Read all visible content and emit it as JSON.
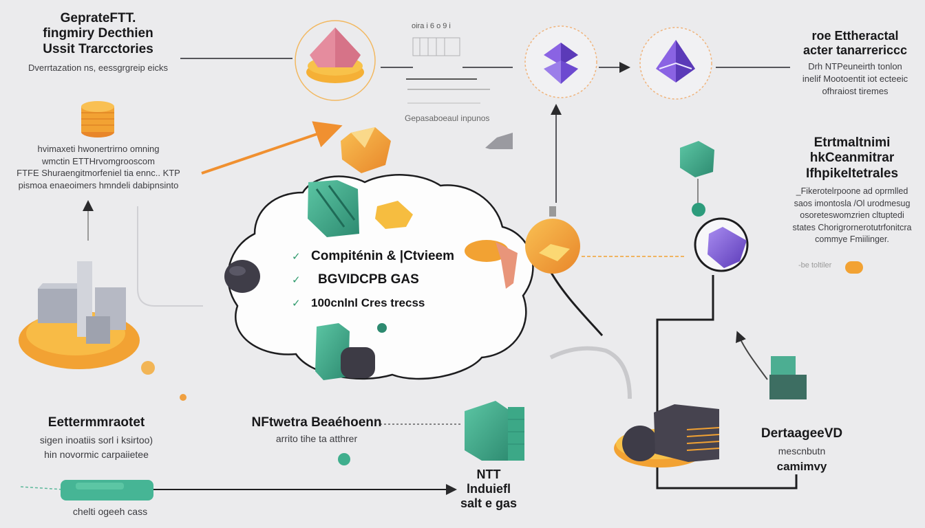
{
  "colors": {
    "background": "#ebebed",
    "orange": "#f2a233",
    "orange_dark": "#e8862a",
    "teal": "#3fae8d",
    "teal_dark": "#2d8a70",
    "purple": "#7b57d6",
    "purple_light": "#9d80e8",
    "pink": "#e38aa0",
    "charcoal": "#45434f",
    "line": "#2a2a2c"
  },
  "top_left_block": {
    "title_lines": [
      "GeprateFTT.",
      "fingmiry Decthien",
      "Ussit Trarcctories"
    ],
    "subtitle": "Dverrtazation ns, eessgrgreip eicks"
  },
  "left_mid_block": {
    "lines": [
      "hvimaxeti hwonertrirno omning",
      "wmctin ETTHrvomgrooscom",
      "FTFE Shuraengitmorfeniel tia ennc.. KTP",
      "pismoa enaeoimers hmndeli dabipnsinto"
    ]
  },
  "top_center_block": {
    "small_label": "oira i 6 o 9 i",
    "caption": "Gepasaboeaul inpunos"
  },
  "top_right_block": {
    "title_lines": [
      "roe Ettheractal",
      "acter tanarrericcc"
    ],
    "body_lines": [
      "Drh NTPeuneirth tonlon",
      "inelif Mootoentit iot ecteeic",
      "ofhraiost tiremes"
    ]
  },
  "right_mid_block": {
    "title_lines": [
      "Etrtmaltnimi",
      "hkCeanmitrar",
      "Ifhpikeltetrales"
    ],
    "body_lines": [
      "_Fikerotelrpoone ad oprmlled",
      "saos imontosla /Ol urodmesug",
      "osoreteswomzrien cltuptedi",
      "states Chorigrornerotutrfonitcra",
      "commye Fmiilinger."
    ],
    "footnote": "-be toltiler"
  },
  "bubble": {
    "items": [
      {
        "label": "Compiténin & |Ctvieem",
        "checked": true
      },
      {
        "label": "BGVIDCPB GAS",
        "checked": true
      },
      {
        "label": "100cnlnl Cres trecss",
        "checked": true
      }
    ]
  },
  "bottom_left_block": {
    "title": "Eettermmraotet",
    "lines": [
      "sigen inoatiis sorl i ksirtoo)",
      "hin novormic carpaiietee"
    ]
  },
  "bottom_center_block": {
    "title": "NFtwetra Beaéhoenn",
    "subtitle": "arrito tihe ta atthrer"
  },
  "bottom_nft_block": {
    "lines": [
      "NTT",
      "lnduiefl",
      "salt e gas"
    ]
  },
  "bottom_right_block": {
    "title": "DertaageeVD",
    "lines": [
      "mescnbutn",
      "camimvy"
    ]
  },
  "bottom_bar_block": {
    "caption": "chelti ogeeh cass"
  },
  "icons": [
    "pink-gem-coin-icon",
    "purple-ethereum-stack-icon",
    "purple-ethereum-diamond-icon",
    "orange-coin-stack-icon",
    "yellow-gem-icon",
    "teal-blocks-icon",
    "charcoal-rock-icon",
    "orange-polyhedron-node-icon",
    "purple-polyhedron-node-icon",
    "teal-cube-pin-icon",
    "mining-factory-icon",
    "server-rack-icon",
    "teal-server-icon",
    "teal-building-icon",
    "teal-bar-icon"
  ]
}
